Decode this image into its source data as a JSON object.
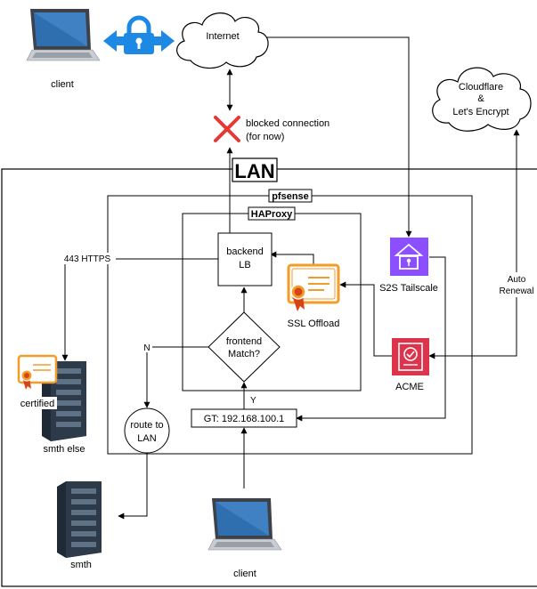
{
  "labels": {
    "client_top": "client",
    "client_bottom": "client",
    "internet": "Internet",
    "cloudflare": [
      "Cloudflare",
      "&",
      "Let's Encrypt"
    ],
    "blocked": [
      "blocked connection",
      "(for now)"
    ],
    "lan": "LAN",
    "pfsense": "pfsense",
    "haproxy": "HAProxy",
    "backend": [
      "backend",
      "LB"
    ],
    "ssl_offload": "SSL Offload",
    "s2s": "S2S Tailscale",
    "acme": "ACME",
    "auto_renewal": [
      "Auto",
      "Renewal"
    ],
    "https_443": "443 HTTPS",
    "frontend": [
      "frontend",
      "Match?"
    ],
    "no": "N",
    "yes": "Y",
    "gt": "GT: 192.168.100.1",
    "route": [
      "route to",
      "LAN"
    ],
    "certified": "certified",
    "smth_else": "smth else",
    "smth": "smth"
  },
  "colors": {
    "stroke": "#000000",
    "lock_blue": "#1E88E5",
    "blocked_red": "#E53935",
    "tailscale_purple": "#8C4FFF",
    "acme_red": "#DD344C",
    "cert_orange": "#F39C2A",
    "cert_ribbon": "#D84315",
    "server_dark": "#1f2a36",
    "laptop_gray": "#3d4149"
  },
  "icons": [
    "laptop-icon",
    "padlock-icon",
    "cloud-icon",
    "blocked-x-icon",
    "tailscale-icon",
    "acme-icon",
    "certificate-icon",
    "server-icon"
  ]
}
